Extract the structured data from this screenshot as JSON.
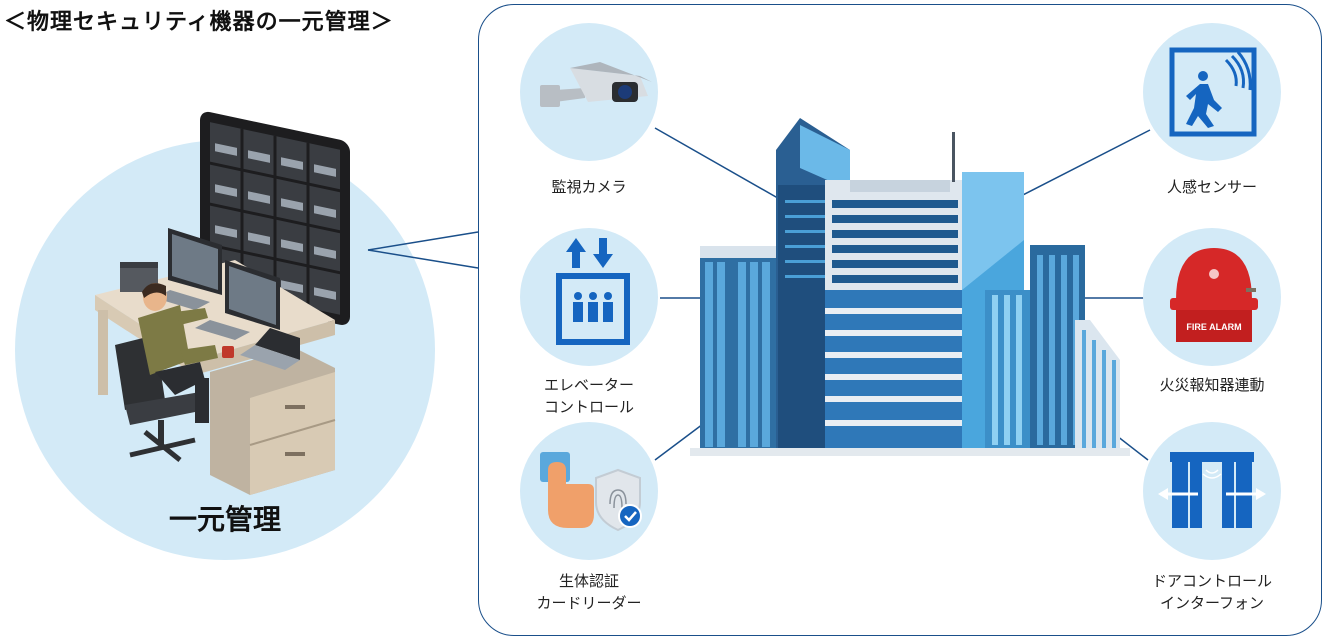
{
  "title": "＜物理セキュリティ機器の一元管理＞",
  "center_label": "一元管理",
  "devices": {
    "camera": "監視カメラ",
    "elevator_line1": "エレベーター",
    "elevator_line2": "コントロール",
    "biometric_line1": "生体認証",
    "biometric_line2": "カードリーダー",
    "motion": "人感センサー",
    "fire": "火災報知器連動",
    "door_line1": "ドアコントロール",
    "door_line2": "インターフォン"
  },
  "fire_alarm_text": "FIRE ALARM",
  "colors": {
    "accent": "#1a4f8a",
    "circle_bg": "#d3eaf7",
    "icon_blue": "#1565c0",
    "fire_red": "#d62828"
  },
  "icons": [
    "security-camera-icon",
    "elevator-icon",
    "fingerprint-icon",
    "motion-sensor-icon",
    "fire-alarm-bell-icon",
    "automatic-door-icon",
    "building-icon",
    "operator-workstation-icon"
  ]
}
